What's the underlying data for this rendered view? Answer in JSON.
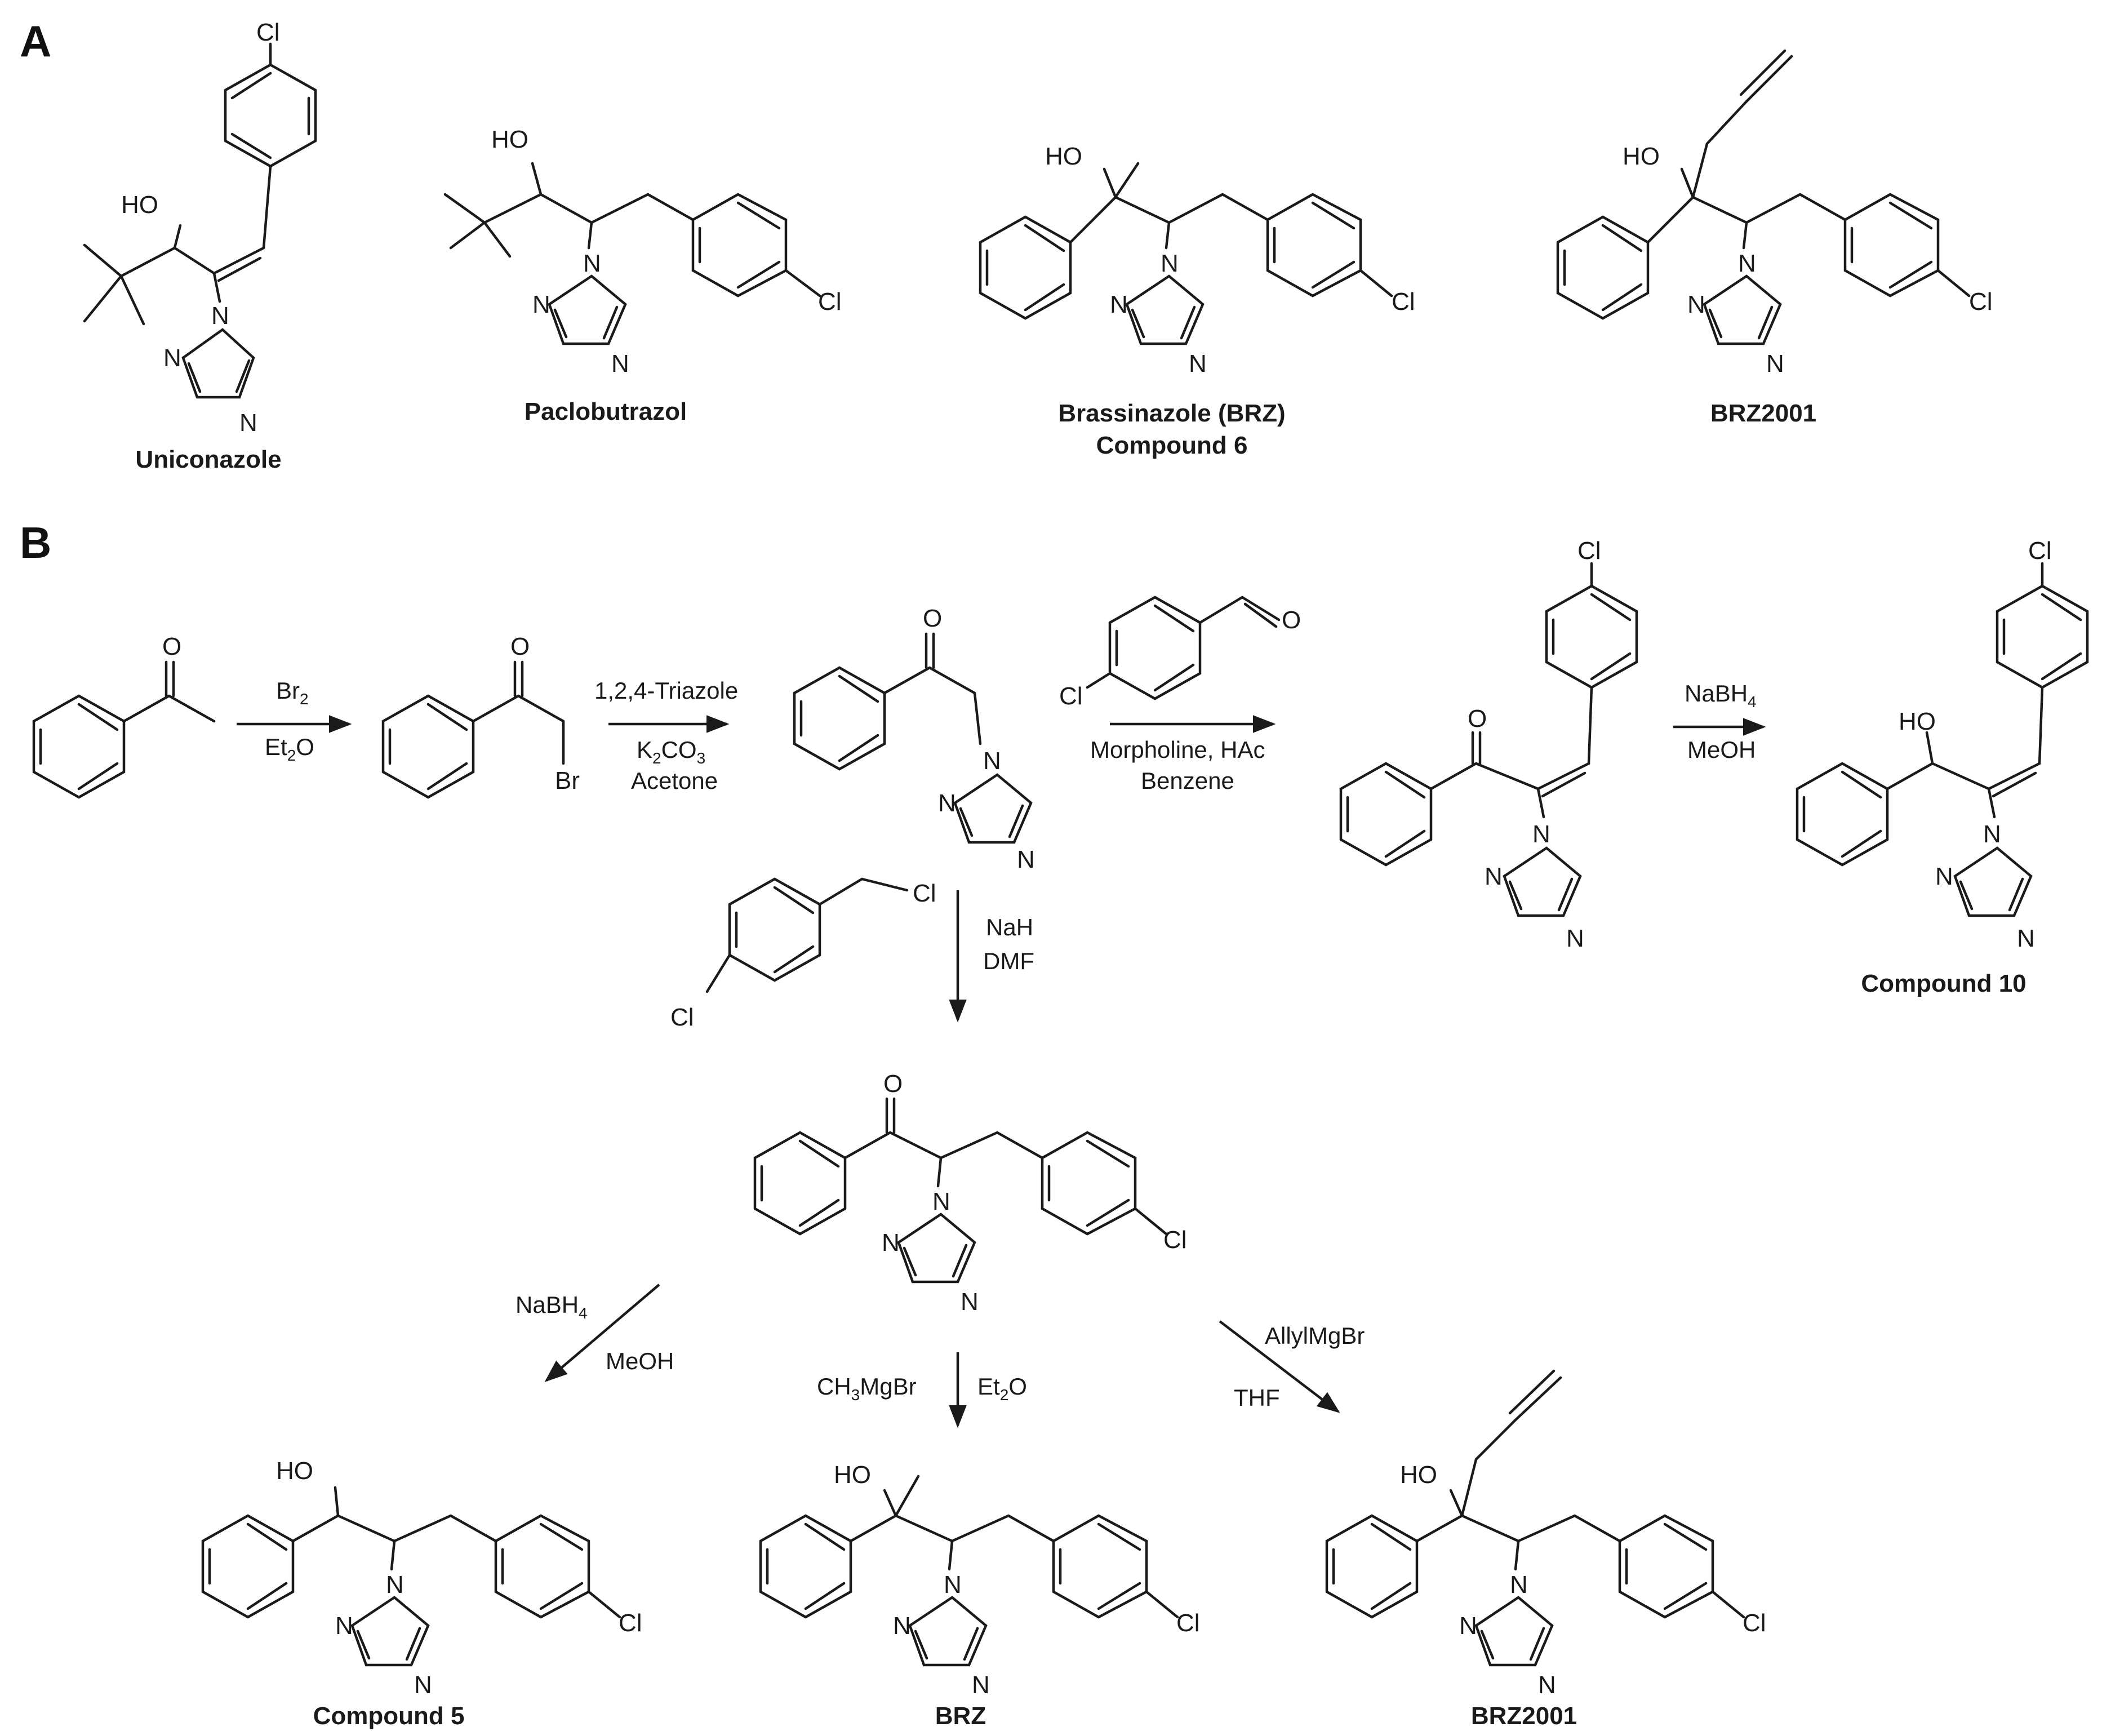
{
  "panels": {
    "a": "A",
    "b": "B"
  },
  "atoms": {
    "cl": "Cl",
    "ho": "HO",
    "o": "O",
    "n": "N",
    "br": "Br"
  },
  "panel_a": {
    "uniconazole": "Uniconazole",
    "paclobutrazol": "Paclobutrazol",
    "brz_line1": "Brassinazole (BRZ)",
    "brz_line2": "Compound 6",
    "brz2001": "BRZ2001"
  },
  "panel_b": {
    "step1": {
      "top_base": "Br",
      "top_sub": "2",
      "bottom_base": "Et",
      "bottom_sub": "2",
      "bottom_tail": "O"
    },
    "step2": {
      "top": "1,2,4-Triazole",
      "mid_base": "K",
      "mid_sub1": "2",
      "mid_mid": "CO",
      "mid_sub2": "3",
      "bottom": "Acetone"
    },
    "step3": {
      "line1": "Morpholine, HAc",
      "line2": "Benzene"
    },
    "step4": {
      "top_base": "NaBH",
      "top_sub": "4",
      "bottom": "MeOH"
    },
    "step5": {
      "line1": "NaH",
      "line2": "DMF"
    },
    "step6": {
      "top_base": "NaBH",
      "top_sub": "4",
      "bottom": "MeOH"
    },
    "step7": {
      "left_base": "CH",
      "left_sub": "3",
      "left_tail": "MgBr",
      "right_base": "Et",
      "right_sub": "2",
      "right_tail": "O"
    },
    "step8": {
      "top": "AllylMgBr",
      "bottom": "THF"
    },
    "compound10": "Compound 10",
    "compound5": "Compound 5",
    "brz": "BRZ",
    "brz2001": "BRZ2001"
  }
}
